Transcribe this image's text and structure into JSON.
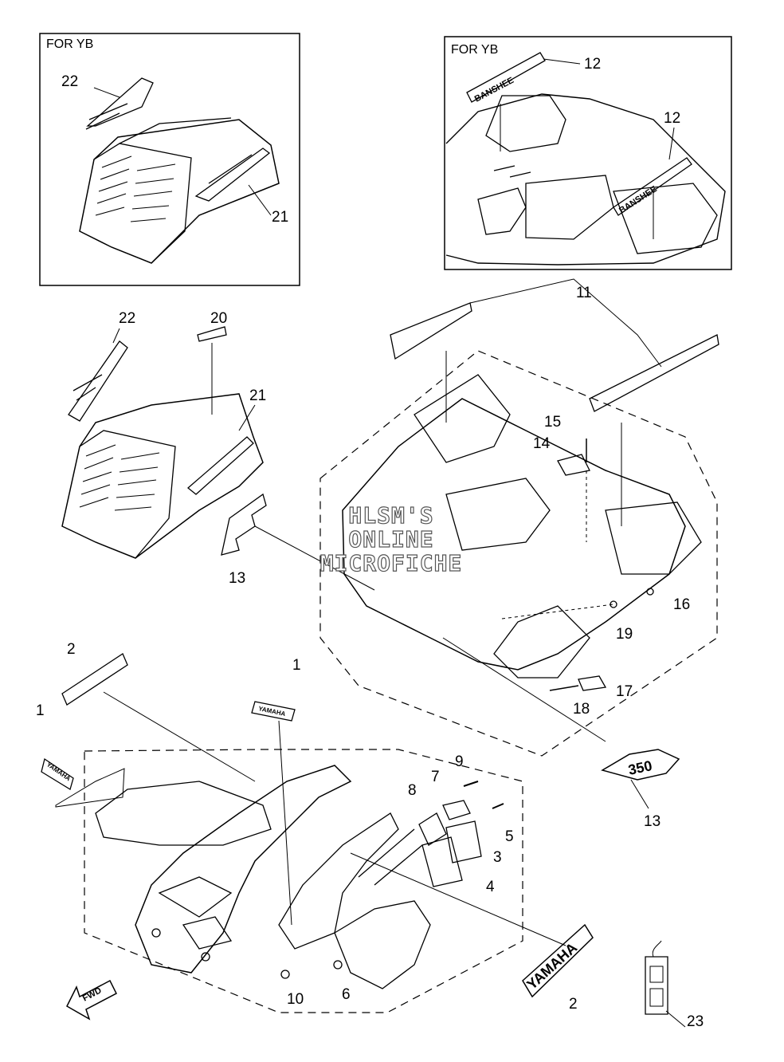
{
  "box_labels": {
    "left": "FOR YB",
    "right": "FOR YB"
  },
  "watermark": {
    "line1": "HLSM'S",
    "line2": "ONLINE",
    "line3": "MICROFICHE"
  },
  "callouts": {
    "c22_inset": "22",
    "c21_inset": "21",
    "c12_top": "12",
    "c12_mid": "12",
    "c22_main": "22",
    "c20": "20",
    "c21_main": "21",
    "c11": "11",
    "c15": "15",
    "c14": "14",
    "c13_left": "13",
    "c16": "16",
    "c19": "19",
    "c17": "17",
    "c18": "18",
    "c13_right": "13",
    "c2_top": "2",
    "c1_left": "1",
    "c1_mid": "1",
    "c9": "9",
    "c7": "7",
    "c8": "8",
    "c5": "5",
    "c3": "3",
    "c4": "4",
    "c10": "10",
    "c6": "6",
    "c2_bottom": "2",
    "c23": "23"
  },
  "decals": {
    "brand": "YAMAHA",
    "model": "BANSHEE",
    "emblem": "350",
    "arrow": "FWD"
  }
}
